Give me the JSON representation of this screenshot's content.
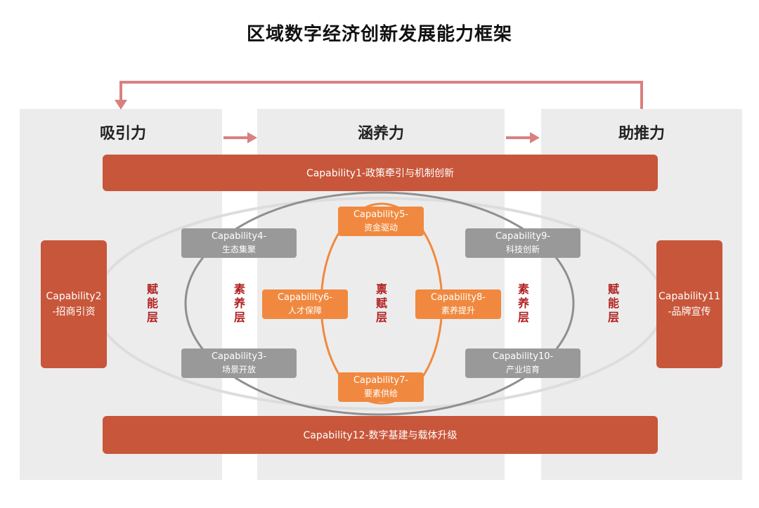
{
  "title": "区域数字经济创新发展能力框架",
  "columns": {
    "left": "吸引力",
    "middle": "涵养力",
    "right": "助推力"
  },
  "capabilities": {
    "c1": "Capability1-政策牵引与机制创新",
    "c2_line1": "Capability2",
    "c2_line2": "-招商引资",
    "c3_line1": "Capability3-",
    "c3_line2": "场景开放",
    "c4_line1": "Capability4-",
    "c4_line2": "生态集聚",
    "c5_line1": "Capability5-",
    "c5_line2": "资金驱动",
    "c6_line1": "Capability6-",
    "c6_line2": "人才保障",
    "c7_line1": "Capability7-",
    "c7_line2": "要素供给",
    "c8_line1": "Capability8-",
    "c8_line2": "素养提升",
    "c9_line1": "Capability9-",
    "c9_line2": "科技创新",
    "c10_line1": "Capability10-",
    "c10_line2": "产业培育",
    "c11_line1": "Capability11",
    "c11_line2": "-品牌宣传",
    "c12": "Capability12-数字基建与载体升级"
  },
  "layers": {
    "empower_left": "赋能层",
    "literacy_left": "素养层",
    "endowment": "禀赋层",
    "literacy_right": "素养层",
    "empower_right": "赋能层"
  },
  "colors": {
    "primary_bar": "#c8563a",
    "orange_box": "#f0893f",
    "gray_box": "#999999",
    "layer_text": "#b22222",
    "arrow": "#d98080",
    "panel": "#ececec"
  }
}
